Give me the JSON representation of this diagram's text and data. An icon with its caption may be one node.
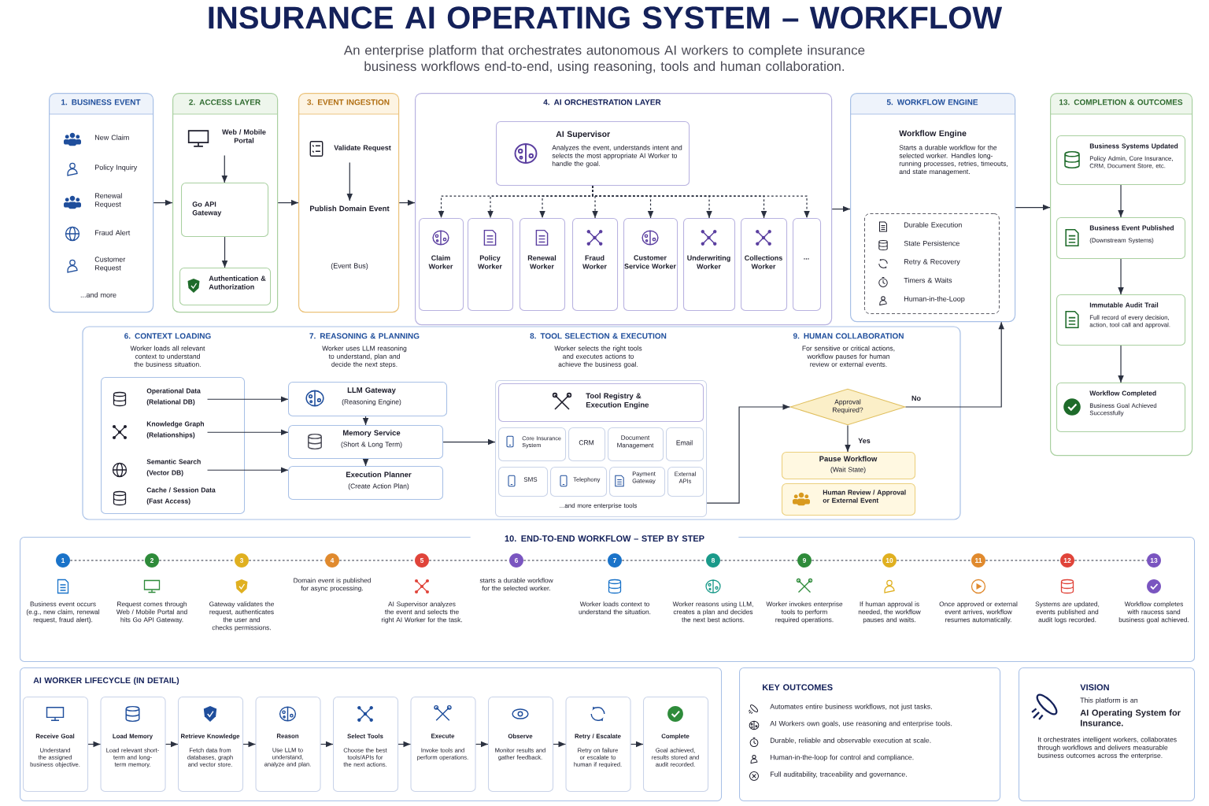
{
  "diagram": {
    "title": "INSURANCE AI OPERATING SYSTEM – WORKFLOW",
    "nodes": [
      {
        "text": [
          "1. BUSINESS EVENT",
          "New Claim",
          "Policy Inquiry",
          "Renewal Request",
          "Fraud Alert",
          "Customer Request",
          "...and more"
        ]
      },
      {
        "text": [
          "2. ACCESS LAYER"
        ]
      },
      {
        "text": [
          "Web / Mobile Portal"
        ],
        "in": 1
      },
      {
        "text": [
          "Go API Gateway"
        ],
        "in": 1
      },
      {
        "text": [
          "Authentication & Authorization"
        ],
        "in": 1
      },
      {
        "text": [
          "3. EVENT INGESTION"
        ]
      },
      {
        "text": [
          "Validate Request"
        ],
        "in": 5
      },
      {
        "text": [
          "Publish Domain Event",
          "(Event Bus)"
        ],
        "in": 5
      },
      {
        "text": [
          "4. AI ORCHESTRATION LAYER"
        ]
      },
      {
        "text": [
          "AI Supervisor",
          "Analyzes the event, understands intent and selects the most appropriate AI Worker to handle the goal."
        ],
        "in": 8
      },
      {
        "text": [
          "Claim Worker"
        ],
        "in": 8
      },
      {
        "text": [
          "Policy Worker"
        ],
        "in": 8
      },
      {
        "text": [
          "Renewal Worker"
        ],
        "in": 8
      },
      {
        "text": [
          "Fraud Worker"
        ],
        "in": 8
      },
      {
        "text": [
          "Customer Service Worker"
        ],
        "in": 8
      },
      {
        "text": [
          "Underwriting Worker"
        ],
        "in": 8
      },
      {
        "text": [
          "Collections Worker"
        ],
        "in": 8
      },
      {
        "text": [
          "..."
        ],
        "in": 8
      },
      {
        "text": [
          "5. WORKFLOW ENGINE",
          "Workflow Engine",
          "Starts a durable workflow for the selected worker. Handles long-running processes, retries, timeouts, and state management."
        ]
      },
      {
        "text": [
          "Durable Execution",
          "State Persistence",
          "Retry & Recovery",
          "Timers & Waits",
          "Human-in-the-Loop"
        ],
        "in": 18
      },
      {
        "text": [
          "13. COMPLETION & OUTCOMES"
        ]
      },
      {
        "text": [
          "Business Systems Updated",
          "Policy Admin, Core Insurance, CRM, Document Store, etc."
        ],
        "in": 20
      },
      {
        "text": [
          "Business Event Published",
          "(Downstream Systems)"
        ],
        "in": 20
      },
      {
        "text": [
          "Immutable Audit Trail",
          "Full record of every decision, action, tool call and approval."
        ],
        "in": 20
      },
      {
        "text": [
          "Workflow Completed",
          "Business Goal Achieved Successfully"
        ],
        "in": 20
      },
      {
        "text": [],
        "shape": "box"
      },
      {
        "text": [
          "6. CONTEXT LOADING",
          "Worker loads all relevant context to understand the business situation."
        ],
        "in": 25
      },
      {
        "text": [
          "Operational Data",
          "(Relational DB)"
        ],
        "in": 26
      },
      {
        "text": [
          "Knowledge Graph",
          "(Relationships)"
        ],
        "in": 26
      },
      {
        "text": [
          "Semantic Search",
          "(Vector DB)"
        ],
        "in": 26
      },
      {
        "text": [
          "Cache / Session Data",
          "(Fast Access)"
        ],
        "in": 26
      },
      {
        "text": [
          "LLM Gateway",
          "(Reasoning Engine)"
        ],
        "in": 25
      },
      {
        "text": [
          "Memory Service",
          "(Short & Long Term)"
        ],
        "in": 25
      },
      {
        "text": [
          "Execution Planner",
          "(Create Action Plan)"
        ],
        "in": 25
      },
      {
        "text": [
          "8. TOOL SELECTION & EXECUTION",
          "Worker selects the right tools and executes actions to achieve the business goal.",
          "...and more enterprise tools"
        ],
        "in": 25
      },
      {
        "text": [
          "Tool Registry & Execution Engine"
        ],
        "in": 34
      },
      {
        "text": [
          "Core Insurance System"
        ],
        "in": 34
      },
      {
        "text": [
          "CRM"
        ],
        "in": 34
      },
      {
        "text": [
          "Document Management"
        ],
        "in": 34
      },
      {
        "text": [
          "Email"
        ],
        "in": 34
      },
      {
        "text": [
          "SMS"
        ],
        "in": 34
      },
      {
        "text": [
          "Telephony"
        ],
        "in": 34
      },
      {
        "text": [
          "Payment Gateway"
        ],
        "in": 34
      },
      {
        "text": [
          "External APIs"
        ],
        "in": 34
      },
      {
        "text": [
          "Approval Required?"
        ],
        "in": 25
      },
      {
        "text": [
          "Pause Workflow",
          "(Wait State)"
        ],
        "in": 25
      },
      {
        "text": [
          "Human Review / Approval or External Event"
        ],
        "in": 25
      },
      {
        "text": [
          "10. END-TO-END WORKFLOW – STEP BY STEP"
        ]
      },
      {
        "text": [
          "1"
        ],
        "in": 47,
        "beside": [
          "Business event occurs (e.g., new claim, renewal request, fraud alert)."
        ]
      },
      {
        "text": [
          "2"
        ],
        "in": 47,
        "beside": [
          "Request comes through Web / Mobile Portal and hits Go API Gateway."
        ]
      },
      {
        "text": [
          "3"
        ],
        "in": 47,
        "beside": [
          "Gateway validates the request, authenticates the user and checks permissions."
        ]
      },
      {
        "text": [
          "4"
        ],
        "in": 47,
        "beside": [
          "Domain event is published for async processing."
        ]
      },
      {
        "text": [
          "5"
        ],
        "in": 47,
        "beside": [
          "AI Supervisor analyzes the event and selects the right AI Worker for the task."
        ]
      },
      {
        "text": [
          "6"
        ],
        "in": 47,
        "beside": [
          "starts a durable workflow for the selected worker."
        ]
      },
      {
        "text": [
          "7"
        ],
        "in": 47,
        "beside": [
          "Worker loads context to understand the situation."
        ]
      },
      {
        "text": [
          "8"
        ],
        "in": 47,
        "beside": [
          "Worker reasons using LLM, creates a plan and decides the next best actions."
        ]
      },
      {
        "text": [
          "9"
        ],
        "in": 47,
        "beside": [
          "Worker invokes enterprise tools to perform required operations."
        ]
      },
      {
        "text": [
          "10"
        ],
        "in": 47,
        "beside": [
          "If human approval is needed, the workflow pauses and waits."
        ]
      },
      {
        "text": [
          "11"
        ],
        "in": 47,
        "beside": [
          "Once approved or external event arrives, workflow resumes automatically."
        ]
      },
      {
        "text": [
          "12"
        ],
        "in": 47,
        "beside": [
          "Systems are updated, events published and audit logs recorded."
        ]
      },
      {
        "text": [
          "13"
        ],
        "in": 47,
        "beside": [
          "Workflow completes with raucess sand business goal achieved."
        ]
      },
      {
        "text": [
          "AI WORKER LIFECYCLE (IN DETAIL)"
        ]
      },
      {
        "text": [
          "Receive Goal",
          "Understand the assigned business objective."
        ],
        "in": 61
      },
      {
        "text": [
          "Load Memory",
          "Load relevant short-term and long-term memory."
        ],
        "in": 61
      },
      {
        "text": [
          "Retrieve Knowledge",
          "Fetch data from databases, graph and vector store."
        ],
        "in": 61
      },
      {
        "text": [
          "Reason",
          "Use LLM to understand, analyze and plan."
        ],
        "in": 61
      },
      {
        "text": [
          "Select Tools",
          "Choose the best tools/APIs for the next actions."
        ],
        "in": 61
      },
      {
        "text": [
          "Execute",
          "Invoke tools and perform operations."
        ],
        "in": 61
      },
      {
        "text": [
          "Observe",
          "Monitor results and gather feedback."
        ],
        "in": 61
      },
      {
        "text": [
          "Retry / Escalate",
          "Retry on failure or escalate to human if required."
        ],
        "in": 61
      },
      {
        "text": [
          "Complete",
          "Goal achieved, results stored and audit recorded."
        ],
        "in": 61
      },
      {
        "text": [
          "KEY OUTCOMES",
          "Automates entire business workflows, not just tasks.",
          "AI Workers own goals, use reasoning and enterprise tools.",
          "Durable, reliable and observable execution at scale.",
          "Human-in-the-loop for control and compliance.",
          "Full auditability, traceability and governance."
        ]
      },
      {
        "text": [
          "VISION",
          "This platform is an",
          "AI Operating System for Insurance.",
          "It orchestrates intelligent workers, collaborates through workflows and delivers measurable business outcomes across the enterprise."
        ]
      }
    ],
    "edges": [
      {
        "from": 0,
        "to": 1,
        "arrow": "to"
      },
      {
        "from": 1,
        "to": 5,
        "arrow": "to"
      },
      {
        "from": 5,
        "to": 8,
        "arrow": "to"
      },
      {
        "from": 8,
        "to": 18,
        "arrow": "to"
      },
      {
        "from": 18,
        "to": 20,
        "arrow": "to"
      },
      {
        "from": 2,
        "to": 3,
        "arrow": "to"
      },
      {
        "from": 3,
        "to": 4,
        "arrow": "to"
      },
      {
        "from": 6,
        "to": 7,
        "arrow": "to"
      },
      {
        "from": 9,
        "to": 10,
        "arrow": "to",
        "style": "dashed"
      },
      {
        "from": 9,
        "to": 11,
        "arrow": "to",
        "style": "dashed"
      },
      {
        "from": 9,
        "to": 12,
        "arrow": "to",
        "style": "dashed"
      },
      {
        "from": 9,
        "to": 13,
        "arrow": "to",
        "style": "dashed"
      },
      {
        "from": 9,
        "to": 14,
        "arrow": "to",
        "style": "dashed"
      },
      {
        "from": 9,
        "to": 15,
        "arrow": "to",
        "style": "dashed"
      },
      {
        "from": 9,
        "to": 16,
        "arrow": "to",
        "style": "dashed"
      },
      {
        "from": 9,
        "to": 17,
        "arrow": "to",
        "style": "dashed"
      },
      {
        "from": 21,
        "to": 22,
        "arrow": "to"
      },
      {
        "from": 22,
        "to": 23,
        "arrow": "to"
      },
      {
        "from": 23,
        "to": 24,
        "arrow": "to"
      },
      {
        "from": 27,
        "to": 31,
        "arrow": "to"
      },
      {
        "from": 28,
        "to": 32,
        "arrow": "to"
      },
      {
        "from": 29,
        "to": 33,
        "arrow": "to"
      },
      {
        "from": 31,
        "to": 32,
        "arrow": "to"
      },
      {
        "from": 32,
        "to": 33,
        "arrow": "to"
      },
      {
        "from": 32,
        "to": 34,
        "arrow": "to"
      },
      {
        "from": 34,
        "to": 44,
        "arrow": "to"
      },
      {
        "from": 44,
        "to": 45,
        "arrow": "to",
        "label": "Yes"
      },
      {
        "from": 44,
        "to": 18,
        "arrow": "to",
        "label": "No"
      },
      {
        "from": 48,
        "to": 49,
        "arrow": "none",
        "style": "dashed"
      },
      {
        "from": 49,
        "to": 50,
        "arrow": "none",
        "style": "dashed"
      },
      {
        "from": 50,
        "to": 51,
        "arrow": "none",
        "style": "dashed"
      },
      {
        "from": 51,
        "to": 52,
        "arrow": "none",
        "style": "dashed"
      },
      {
        "from": 52,
        "to": 53,
        "arrow": "none",
        "style": "dashed"
      },
      {
        "from": 53,
        "to": 54,
        "arrow": "none",
        "style": "dashed"
      },
      {
        "from": 54,
        "to": 55,
        "arrow": "none",
        "style": "dashed"
      },
      {
        "from": 55,
        "to": 56,
        "arrow": "none",
        "style": "dashed"
      },
      {
        "from": 56,
        "to": 57,
        "arrow": "none",
        "style": "dashed"
      },
      {
        "from": 57,
        "to": 58,
        "arrow": "none",
        "style": "dashed"
      },
      {
        "from": 58,
        "to": 59,
        "arrow": "none",
        "style": "dashed"
      },
      {
        "from": 59,
        "to": 60,
        "arrow": "none",
        "style": "dashed"
      },
      {
        "from": 62,
        "to": 63,
        "arrow": "to"
      },
      {
        "from": 63,
        "to": 64,
        "arrow": "to"
      },
      {
        "from": 64,
        "to": 65,
        "arrow": "to"
      },
      {
        "from": 65,
        "to": 66,
        "arrow": "to"
      },
      {
        "from": 66,
        "to": 67,
        "arrow": "to"
      },
      {
        "from": 67,
        "to": 68,
        "arrow": "to"
      },
      {
        "from": 68,
        "to": 69,
        "arrow": "to"
      },
      {
        "from": 69,
        "to": 70,
        "arrow": "to"
      }
    ],
    "labels": [
      "An enterprise platform that orchestrates autonomous AI workers to complete insurance business workflows end-to-end, using reasoning, tools and human collaboration.",
      "7. REASONING & PLANNING",
      "Worker uses LLM reasoning to understand, plan and decide the next steps.",
      "9. HUMAN COLLABORATION",
      "For sensitive or critical actions, workflow pauses for human review or external events."
    ]
  }
}
